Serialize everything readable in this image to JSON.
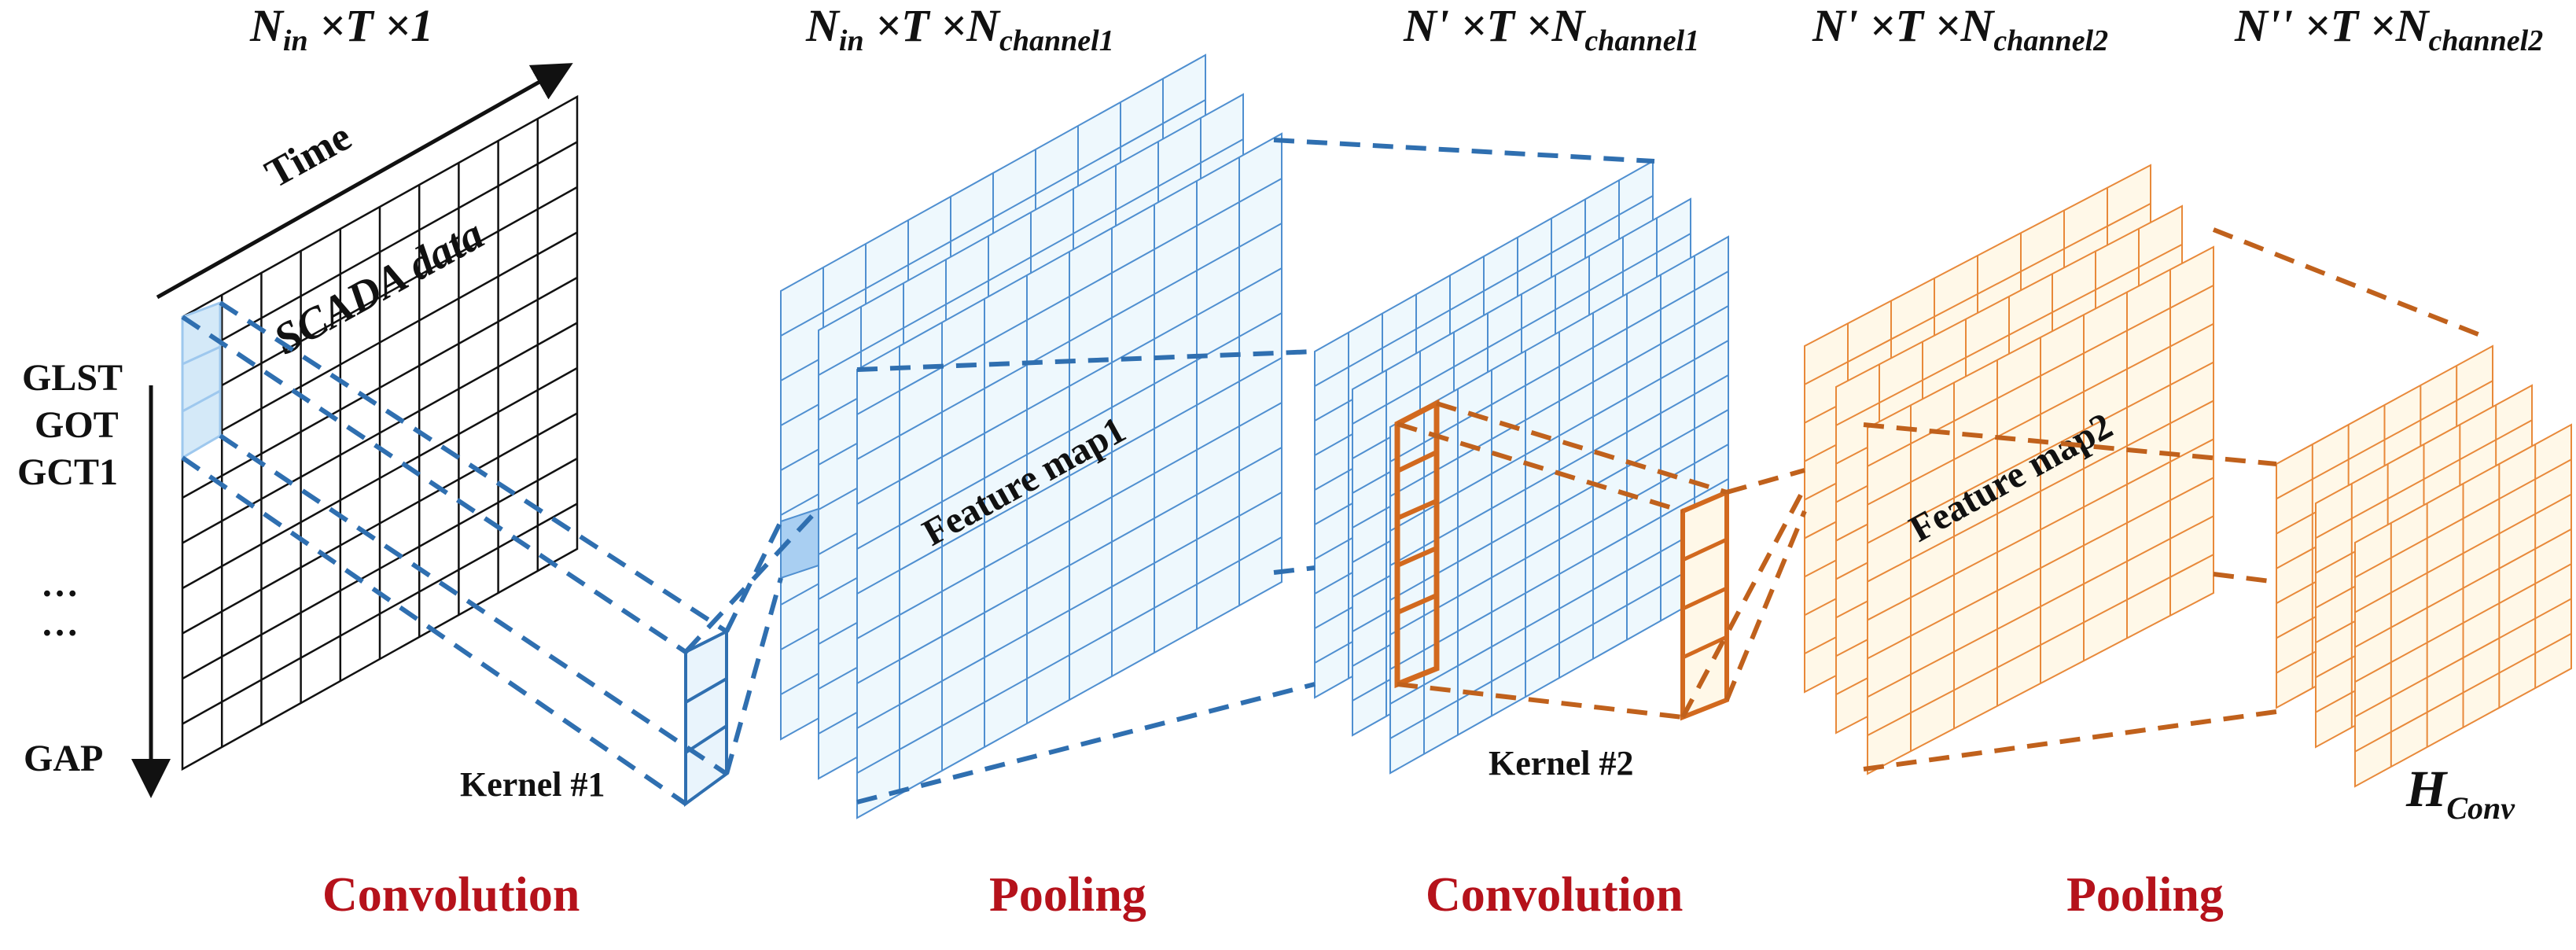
{
  "dimension_labels": {
    "input": {
      "base": "N",
      "sub": "in",
      "rest": " ×T ×1"
    },
    "conv1_out": {
      "base": "N",
      "sub1": "in",
      "mid": " ×T ×N",
      "sub2": "channel1"
    },
    "pool1_out": {
      "base": "N' ×T ×N",
      "sub": "channel1"
    },
    "conv2_out": {
      "base": "N' ×T ×N",
      "sub": "channel2"
    },
    "pool2_out": {
      "base": "N'' ×T ×N",
      "sub": "channel2"
    }
  },
  "axis": {
    "time_label": "Time",
    "grid_label": "SCADA data",
    "row_labels": [
      "GLST",
      "GOT",
      "GCT1",
      "…",
      "…",
      "GAP"
    ]
  },
  "maps": {
    "feature_map1": "Feature map1",
    "feature_map2": "Feature map2"
  },
  "kernels": {
    "kernel1": "Kernel #1",
    "kernel2": "Kernel #2"
  },
  "output": {
    "base": "H",
    "sub": "Conv"
  },
  "stages": [
    "Convolution",
    "Pooling",
    "Convolution",
    "Pooling"
  ],
  "colors": {
    "blue_line": "#4f8fd0",
    "blue_fill": "#eef8fd",
    "blue_dash": "#2f6fb0",
    "orange_line": "#e8893a",
    "orange_fill": "#fff8e8",
    "orange_dash": "#c0611c",
    "kernel_orange": "#d2691e",
    "stage_red": "#b5121b"
  }
}
